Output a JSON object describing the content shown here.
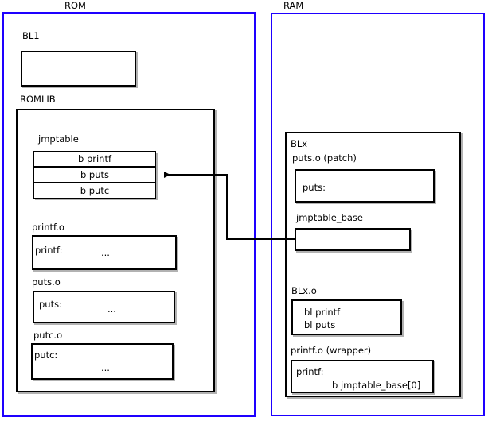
{
  "diagram": {
    "regions": {
      "rom": {
        "title": "ROM"
      },
      "ram": {
        "title": "RAM"
      }
    },
    "rom": {
      "bl1": {
        "label": "BL1"
      },
      "romlib": {
        "label": "ROMLIB",
        "jmptable": {
          "label": "jmptable",
          "entries": [
            "b printf",
            "b puts",
            "b putc"
          ]
        },
        "objects": [
          {
            "label": "printf.o",
            "symbol": "printf:",
            "body": "..."
          },
          {
            "label": "puts.o",
            "symbol": "puts:",
            "body": "..."
          },
          {
            "label": "putc.o",
            "symbol": "putc:",
            "body": "..."
          }
        ]
      }
    },
    "ram": {
      "blx": {
        "label": "BLx",
        "puts_patch": {
          "label": "puts.o (patch)",
          "symbol": "puts:"
        },
        "jmptable_base": {
          "label": "jmptable_base",
          "content": ""
        },
        "blx_o": {
          "label": "BLx.o",
          "line1": "bl printf",
          "line2": "bl puts"
        },
        "printf_wrapper": {
          "label": "printf.o (wrapper)",
          "symbol": "printf:",
          "branch": "b jmptable_base[0]"
        }
      }
    },
    "connector": {
      "name": "jmptable-base-to-jmptable-puts-arrow"
    },
    "colors": {
      "region_border": "#1e00ff",
      "box_border": "#000000",
      "background": "#ffffff",
      "text": "#000000"
    }
  }
}
